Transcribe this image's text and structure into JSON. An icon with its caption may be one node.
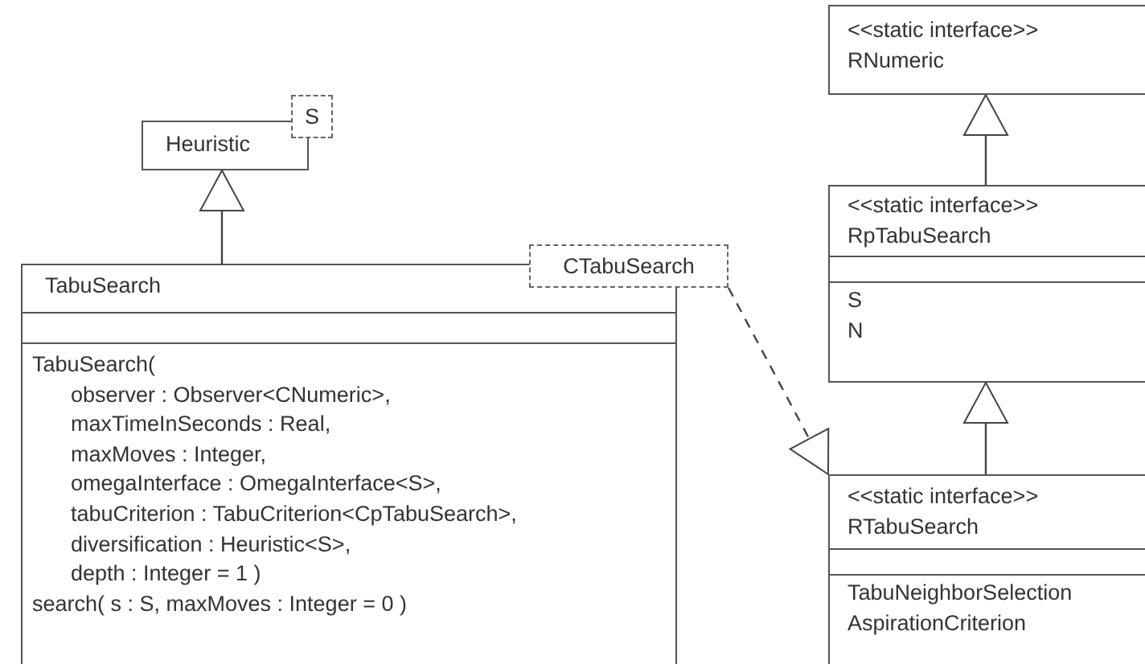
{
  "diagram": {
    "nodes": [
      {
        "text": [
          "Heuristic"
        ]
      },
      {
        "text": [
          "S"
        ]
      },
      {
        "text": [
          "TabuSearch",
          "TabuSearch(",
          "observer : Observer<CNumeric>,",
          "maxTimeInSeconds : Real,",
          "maxMoves : Integer,",
          "omegaInterface : OmegaInterface<S>,",
          "tabuCriterion : TabuCriterion<CpTabuSearch>,",
          "diversification : Heuristic<S>,",
          "depth : Integer = 1 )",
          "search( s : S, maxMoves : Integer = 0 )"
        ]
      },
      {
        "text": [
          "CTabuSearch"
        ]
      },
      {
        "text": [
          "<<static interface>>",
          "RNumeric"
        ]
      },
      {
        "text": [
          "<<static interface>>",
          "RpTabuSearch",
          "S",
          "N"
        ]
      },
      {
        "text": [
          "<<static interface>>",
          "RTabuSearch",
          "TabuNeighborSelection",
          "AspirationCriterion"
        ]
      }
    ],
    "edges": [
      {
        "from": 2,
        "to": 0,
        "arrow": "to"
      },
      {
        "from": 5,
        "to": 4,
        "arrow": "to"
      },
      {
        "from": 6,
        "to": 5,
        "arrow": "to"
      },
      {
        "from": 3,
        "to": 6,
        "arrow": "to",
        "style": "dashed"
      }
    ]
  }
}
